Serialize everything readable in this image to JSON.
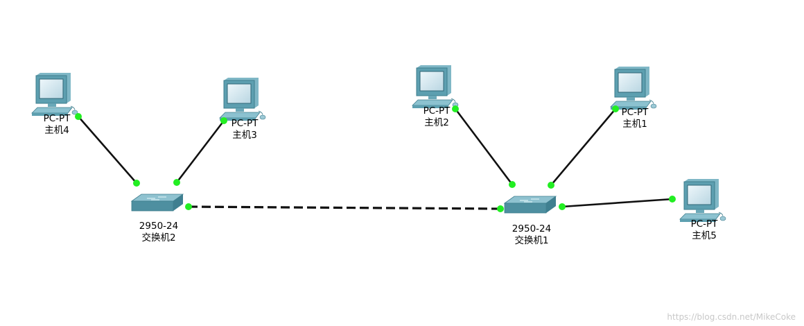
{
  "devices": {
    "pc4": {
      "model": "PC-PT",
      "name": "主机4"
    },
    "pc3": {
      "model": "PC-PT",
      "name": "主机3"
    },
    "pc2": {
      "model": "PC-PT",
      "name": "主机2"
    },
    "pc1": {
      "model": "PC-PT",
      "name": "主机1"
    },
    "pc5": {
      "model": "PC-PT",
      "name": "主机5"
    },
    "sw2": {
      "model": "2950-24",
      "name": "交换机2"
    },
    "sw1": {
      "model": "2950-24",
      "name": "交换机1"
    }
  },
  "links": [
    {
      "from": "pc4",
      "to": "sw2",
      "style": "solid"
    },
    {
      "from": "pc3",
      "to": "sw2",
      "style": "solid"
    },
    {
      "from": "sw2",
      "to": "sw1",
      "style": "dashed"
    },
    {
      "from": "pc2",
      "to": "sw1",
      "style": "solid"
    },
    {
      "from": "pc1",
      "to": "sw1",
      "style": "solid"
    },
    {
      "from": "sw1",
      "to": "pc5",
      "style": "solid"
    }
  ],
  "colors": {
    "port_up": "#22ee22",
    "link": "#111111",
    "device": "#5ea3b3"
  },
  "watermark": "https://blog.csdn.net/MikeCoke"
}
